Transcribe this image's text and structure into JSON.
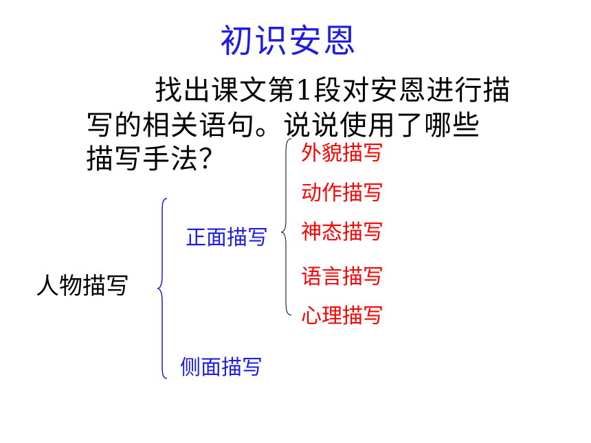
{
  "slide": {
    "title": "初识安恩",
    "question_lines": [
      "找出课文第1段对安恩进行描",
      "写的相关语句。说说使用了哪些",
      "描写手法？"
    ]
  },
  "diagram": {
    "root": "人物描写",
    "branches": [
      {
        "label": "正面描写",
        "children": [
          "外貌描写",
          "动作描写",
          "神态描写",
          "语言描写",
          "心理描写"
        ]
      },
      {
        "label": "侧面描写"
      }
    ]
  },
  "colors": {
    "title": "#1c1ce6",
    "branch": "#1c1ce6",
    "leaf": "#ff0000",
    "text": "#000000"
  }
}
